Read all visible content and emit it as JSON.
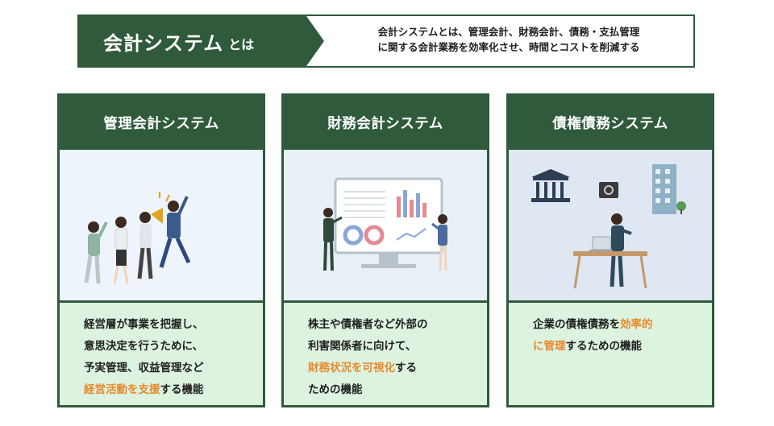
{
  "banner": {
    "title": "会計システム",
    "suffix": "とは",
    "desc_line1": "会計システムとは、管理会計、財務会計、債務・支払管理",
    "desc_line2": "に関する会計業務を効率化させ、時間とコストを削減する"
  },
  "cards": [
    {
      "title": "管理会計システム",
      "lines": [
        "経営層が事業を把握し、",
        "意思決定を行うために、",
        "予実管理、収益管理など"
      ],
      "last_highlight": "経営活動を支援",
      "last_rest": "する機能"
    },
    {
      "title": "財務会計システム",
      "lines": [
        "株主や債権者など外部の",
        "利害関係者に向けて、"
      ],
      "highlight": "財務状況を可視化",
      "highlight_rest": "する",
      "last": "ための機能"
    },
    {
      "title": "債権債務システム",
      "line1_text": "企業の債権債務を",
      "line1_highlight": "効率的",
      "line2_highlight": "に管理",
      "line2_rest": "するための機能"
    }
  ],
  "colors": {
    "primary": "#2f5a3c",
    "highlight": "#e8882c",
    "body_bg": "#dcf3df"
  }
}
